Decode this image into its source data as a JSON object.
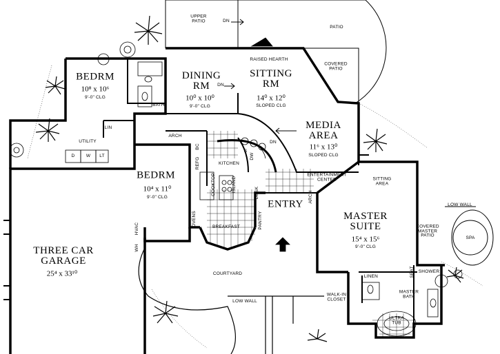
{
  "rooms": {
    "upper_patio": "UPPER\nPATIO",
    "dn_upper": "DN",
    "patio": "PATIO",
    "raised_hearth": "RAISED HEARTH",
    "covered_patio": "COVERED\nPATIO",
    "bedrm1_name": "BEDRM",
    "bedrm1_dim": "10⁸ x 10⁶",
    "bedrm1_clg": "9'-0\" CLG",
    "bath": "BATH",
    "dining_name": "DINING\nRM",
    "dining_dim": "10⁰ x 10⁰",
    "dining_clg": "9'-0\" CLG",
    "dn_dining": "DN",
    "sitting_name": "SITTING\nRM",
    "sitting_dim": "14⁰ x 12⁰",
    "sitting_clg": "SLOPED CLG",
    "media_name": "MEDIA\nAREA",
    "media_dim": "11⁶ x 13⁰",
    "media_clg": "SLOPED CLG",
    "dn_media": "DN",
    "entertainment": "ENTERTAINMENT\nCENTER",
    "lin1": "LIN",
    "utility": "UTILITY",
    "d": "D",
    "w": "W",
    "lt": "LT",
    "arch1": "ARCH",
    "bc": "BC",
    "refg": "REFG",
    "kitchen": "KITCHEN",
    "dw": "DW",
    "s": "S",
    "cooktop": "COOKTOP",
    "island": "ISLAND",
    "desk": "DESK",
    "bedrm2_name": "BEDRM",
    "bedrm2_dim": "10⁴ x 11⁰",
    "bedrm2_clg": "9'-0\" CLG",
    "ovens": "OVENS",
    "breakfast": "BREAKFAST",
    "pantry": "PANTRY",
    "entry": "ENTRY",
    "arch2": "ARCH",
    "sitting_area": "SITTING\nAREA",
    "low_wall1": "LOW WALL",
    "master_name": "MASTER\nSUITE",
    "master_dim": "15⁴ x 15⁶",
    "master_clg": "9'-0\" CLG",
    "covered_master": "COVERED\nMASTER\nPATIO",
    "spa": "SPA",
    "garage_name": "THREE CAR\nGARAGE",
    "garage_dim": "25⁴ x 33¹⁰",
    "hvac": "HVAC",
    "wh": "WH",
    "courtyard": "COURTYARD",
    "low_wall2": "LOW WALL",
    "walkin": "WALK-IN\nCLOSET",
    "linen": "LINEN",
    "seat": "SEAT",
    "shower": "SHOWER",
    "master_bath": "MASTER\nBATH",
    "ultra_tub": "ULTRA\nTUB"
  }
}
